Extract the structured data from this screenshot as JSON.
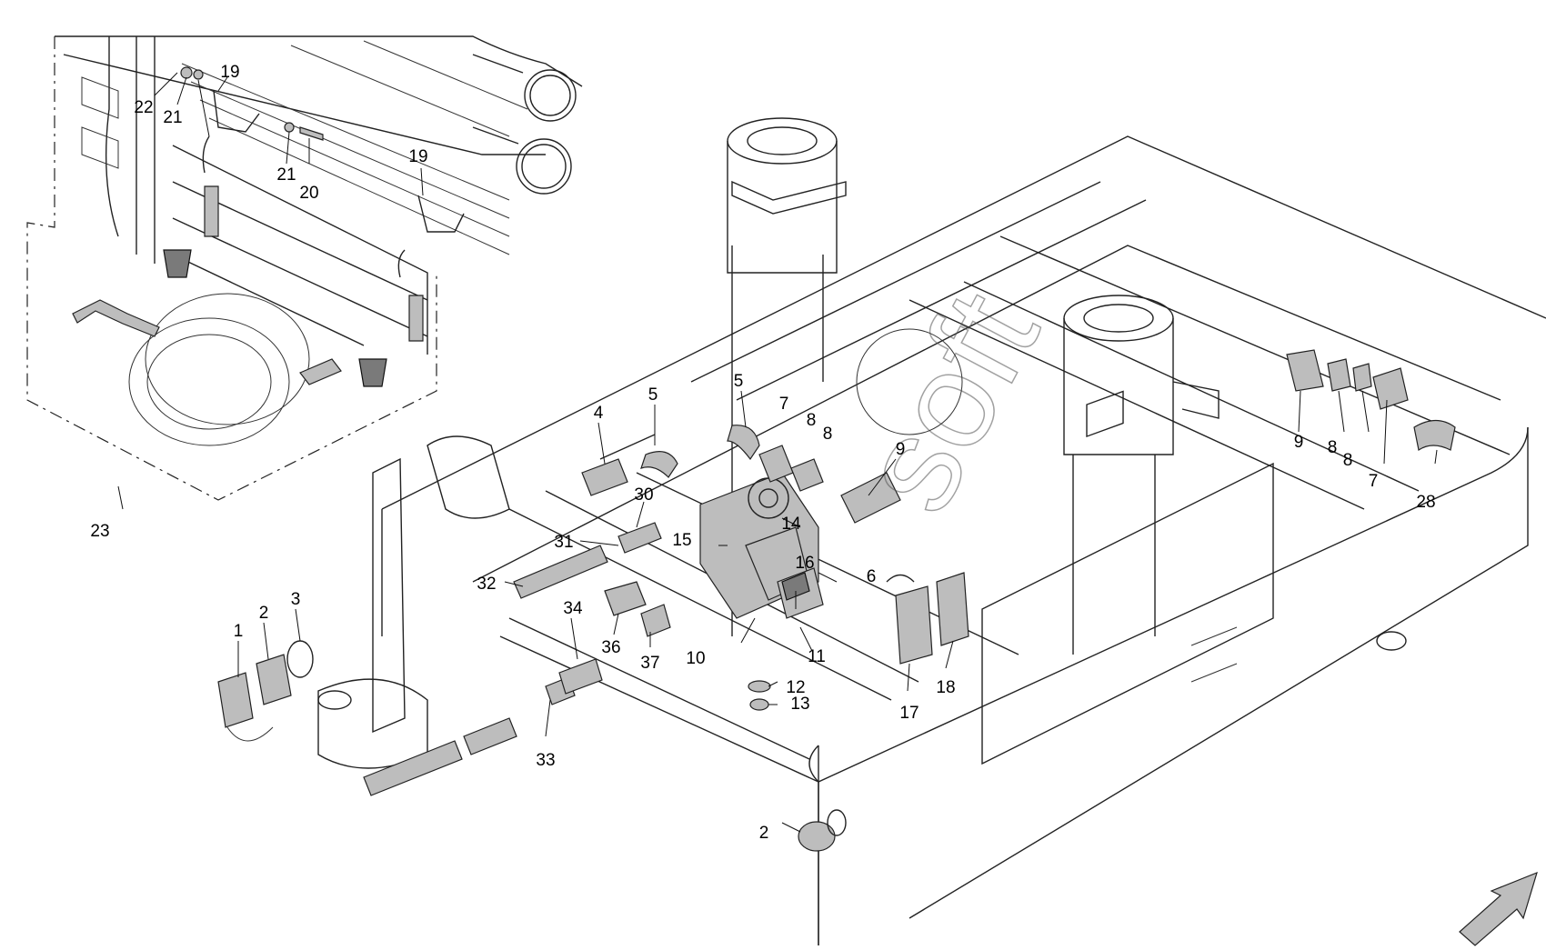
{
  "diagram": {
    "watermark": "soft",
    "callouts": [
      {
        "id": "c1",
        "label": "1"
      },
      {
        "id": "c2a",
        "label": "2"
      },
      {
        "id": "c2b",
        "label": "2"
      },
      {
        "id": "c3",
        "label": "3"
      },
      {
        "id": "c4",
        "label": "4"
      },
      {
        "id": "c5a",
        "label": "5"
      },
      {
        "id": "c5b",
        "label": "5"
      },
      {
        "id": "c6",
        "label": "6"
      },
      {
        "id": "c7a",
        "label": "7"
      },
      {
        "id": "c7b",
        "label": "7"
      },
      {
        "id": "c8a",
        "label": "8"
      },
      {
        "id": "c8b",
        "label": "8"
      },
      {
        "id": "c8c",
        "label": "8"
      },
      {
        "id": "c8d",
        "label": "8"
      },
      {
        "id": "c9a",
        "label": "9"
      },
      {
        "id": "c9b",
        "label": "9"
      },
      {
        "id": "c10",
        "label": "10"
      },
      {
        "id": "c11",
        "label": "11"
      },
      {
        "id": "c12",
        "label": "12"
      },
      {
        "id": "c13",
        "label": "13"
      },
      {
        "id": "c14",
        "label": "14"
      },
      {
        "id": "c15",
        "label": "15"
      },
      {
        "id": "c16",
        "label": "16"
      },
      {
        "id": "c17",
        "label": "17"
      },
      {
        "id": "c18",
        "label": "18"
      },
      {
        "id": "c19a",
        "label": "19"
      },
      {
        "id": "c19b",
        "label": "19"
      },
      {
        "id": "c20",
        "label": "20"
      },
      {
        "id": "c21a",
        "label": "21"
      },
      {
        "id": "c21b",
        "label": "21"
      },
      {
        "id": "c22",
        "label": "22"
      },
      {
        "id": "c23",
        "label": "23"
      },
      {
        "id": "c28",
        "label": "28"
      },
      {
        "id": "c30",
        "label": "30"
      },
      {
        "id": "c31",
        "label": "31"
      },
      {
        "id": "c32",
        "label": "32"
      },
      {
        "id": "c33",
        "label": "33"
      },
      {
        "id": "c34",
        "label": "34"
      },
      {
        "id": "c36",
        "label": "36"
      },
      {
        "id": "c37",
        "label": "37"
      }
    ]
  }
}
